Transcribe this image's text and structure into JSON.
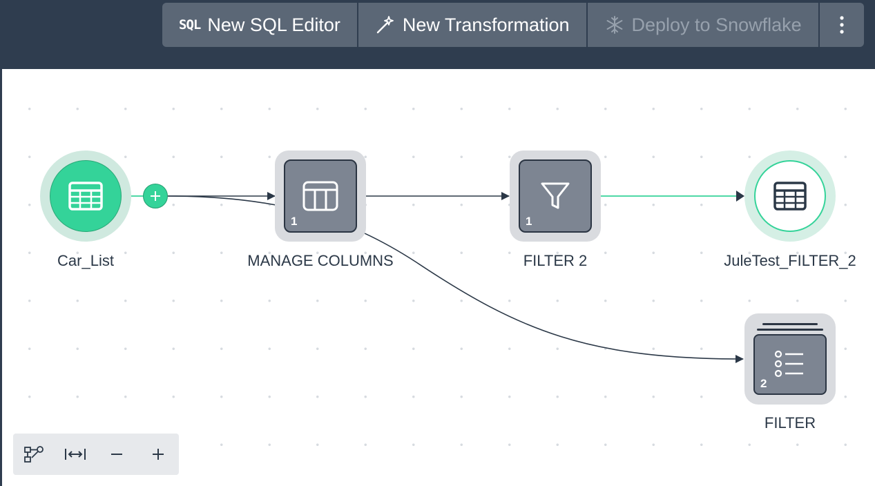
{
  "toolbar": {
    "sql_glyph": "SQL",
    "new_sql_editor": "New SQL Editor",
    "new_transformation": "New Transformation",
    "deploy_to_snowflake": "Deploy to Snowflake",
    "deploy_disabled": true,
    "more_icon": "vertical-ellipsis-icon"
  },
  "nodes": {
    "source": {
      "label": "Car_List",
      "icon": "table-icon"
    },
    "manage_columns": {
      "label": "MANAGE COLUMNS",
      "count": "1",
      "icon": "columns-icon"
    },
    "filter2": {
      "label": "FILTER 2",
      "count": "1",
      "icon": "funnel-icon"
    },
    "output": {
      "label": "JuleTest_FILTER_2",
      "icon": "table-icon"
    },
    "filter": {
      "label": "FILTER",
      "count": "2",
      "icon": "list-icon"
    }
  },
  "zoom_controls": [
    {
      "name": "auto-layout-icon"
    },
    {
      "name": "fit-width-icon"
    },
    {
      "name": "zoom-out-icon"
    },
    {
      "name": "zoom-in-icon"
    }
  ],
  "colors": {
    "header_bg": "#2f3d4f",
    "accent_green": "#34d399",
    "node_gray": "#7d8592",
    "edge_dark": "#2b3847"
  }
}
